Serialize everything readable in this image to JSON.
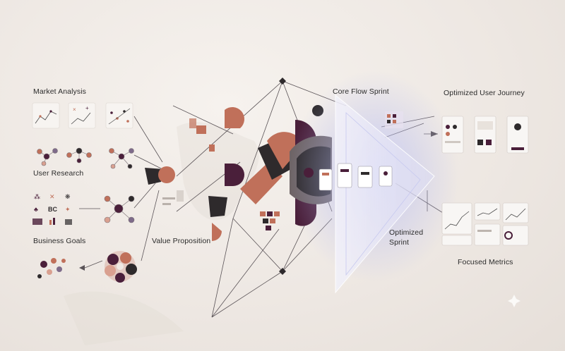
{
  "labels": {
    "market_analysis": "Market Analysis",
    "user_research": "User Research",
    "business_goals": "Business Goals",
    "value_proposition": "Value Proposition",
    "core_flow_sprint": "Core Flow Sprint",
    "optimized_user_journey": "Optimized User Journey",
    "optimized_sprint_line1": "Optimized",
    "optimized_sprint_line2": "Sprint",
    "focused_metrics": "Focused Metrics",
    "bc_glyph": "BC"
  },
  "colors": {
    "background": "#efe9e4",
    "terracotta": "#c0705a",
    "plum": "#4a1f3a",
    "charcoal": "#2e2a2c",
    "rose": "#d9a090",
    "glow": "#9fa6e8",
    "line": "#5a5357"
  }
}
